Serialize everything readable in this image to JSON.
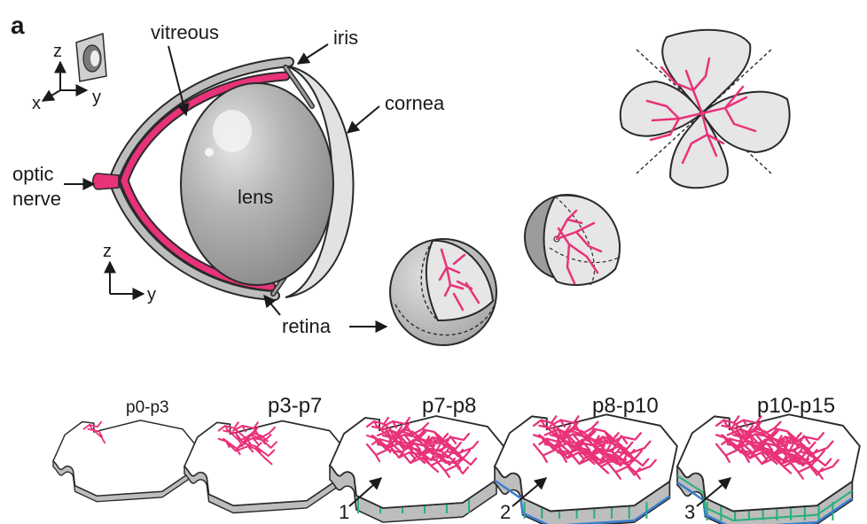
{
  "panel_label": "a",
  "eye": {
    "vitreous": "vitreous",
    "iris": "iris",
    "cornea": "cornea",
    "optic_nerve_line1": "optic",
    "optic_nerve_line2": "nerve",
    "lens": "lens",
    "retina": "retina"
  },
  "axes_top": {
    "z": "z",
    "x": "x",
    "y": "y"
  },
  "axes_bottom": {
    "z": "z",
    "y": "y"
  },
  "stages": [
    "p0-p3",
    "p3-p7",
    "p7-p8",
    "p8-p10",
    "p10-p15"
  ],
  "markers": [
    "1",
    "2",
    "3"
  ],
  "colors": {
    "vessel": "#e8327a",
    "retina_gray": "#d8d8d8",
    "lens_gray": "#9e9e9e",
    "outline": "#2a2a2a",
    "deep_layer_green": "#2bb07a",
    "deep_layer_blue": "#3a7fd0"
  }
}
